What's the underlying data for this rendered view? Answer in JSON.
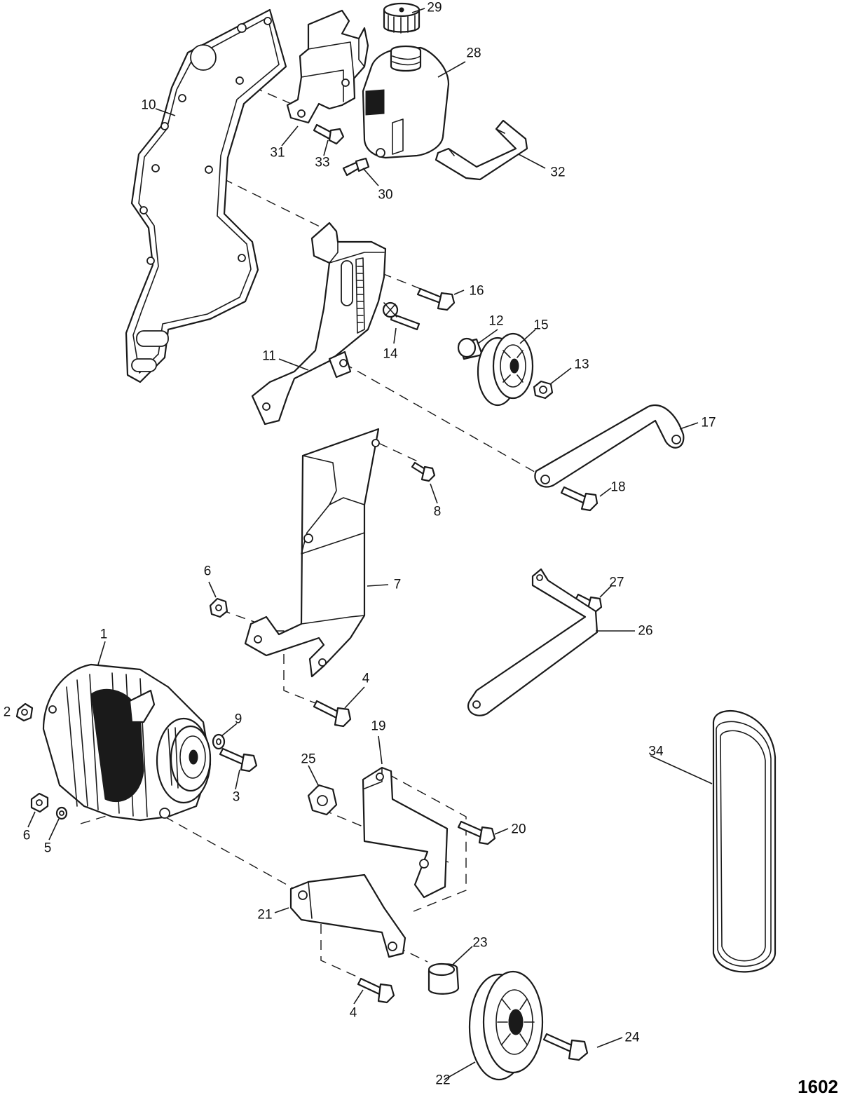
{
  "figure_number": "1602",
  "callouts": [
    "1",
    "2",
    "3",
    "4",
    "4",
    "5",
    "6",
    "6",
    "7",
    "8",
    "9",
    "10",
    "11",
    "12",
    "13",
    "14",
    "15",
    "16",
    "17",
    "18",
    "19",
    "20",
    "21",
    "22",
    "23",
    "24",
    "25",
    "26",
    "27",
    "28",
    "29",
    "30",
    "31",
    "32",
    "33",
    "34"
  ],
  "colors": {
    "line": "#1a1a1a",
    "background": "#ffffff"
  }
}
